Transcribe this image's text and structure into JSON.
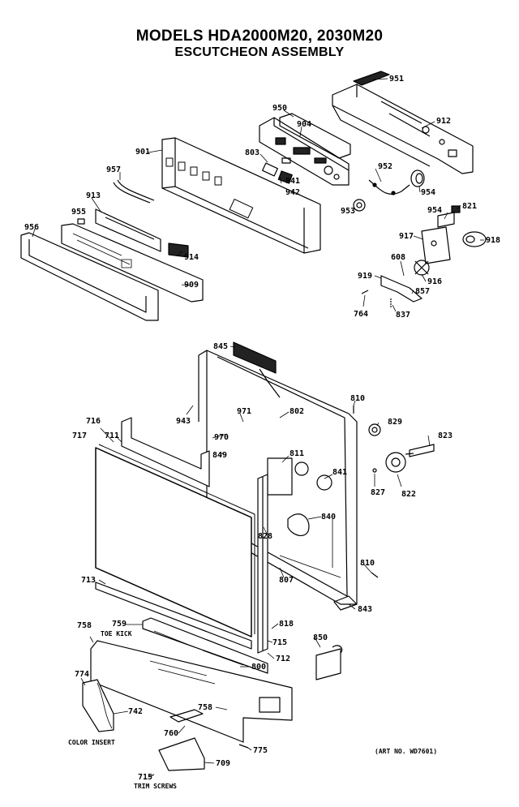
{
  "title": {
    "line1": "MODELS HDA2000M20, 2030M20",
    "line2": "ESCUTCHEON ASSEMBLY"
  },
  "art_number": "(ART NO. WD7601)",
  "captions": {
    "toe_kick": "TOE KICK",
    "color_insert": "COLOR INSERT",
    "trim_screws": "TRIM SCREWS"
  },
  "part_numbers": {
    "p951": "951",
    "p950": "950",
    "p904": "904",
    "p912": "912",
    "p901": "901",
    "p803": "803",
    "p957": "957",
    "p941": "941",
    "p942": "942",
    "p952": "952",
    "p913": "913",
    "p955": "955",
    "p954a": "954",
    "p953": "953",
    "p954b": "954",
    "p821": "821",
    "p956": "956",
    "p914": "914",
    "p917": "917",
    "p918": "918",
    "p909": "909",
    "p608": "608",
    "p919": "919",
    "p916": "916",
    "p857": "857",
    "p764": "764",
    "p837": "837",
    "p845": "845",
    "p810a": "810",
    "p943": "943",
    "p971": "971",
    "p802": "802",
    "p716": "716",
    "p717": "717",
    "p711": "711",
    "p829": "829",
    "p823": "823",
    "p970": "970",
    "p849": "849",
    "p811": "811",
    "p841": "841",
    "p827": "827",
    "p822": "822",
    "p840": "840",
    "p828": "828",
    "p810b": "810",
    "p713": "713",
    "p807": "807",
    "p843": "843",
    "p759": "759",
    "p758": "758",
    "p818": "818",
    "p715a": "715",
    "p850": "850",
    "p712": "712",
    "p800": "800",
    "p774": "774",
    "p742": "742",
    "p758b": "758",
    "p760": "760",
    "p775": "775",
    "p709": "709",
    "p715b": "715"
  }
}
